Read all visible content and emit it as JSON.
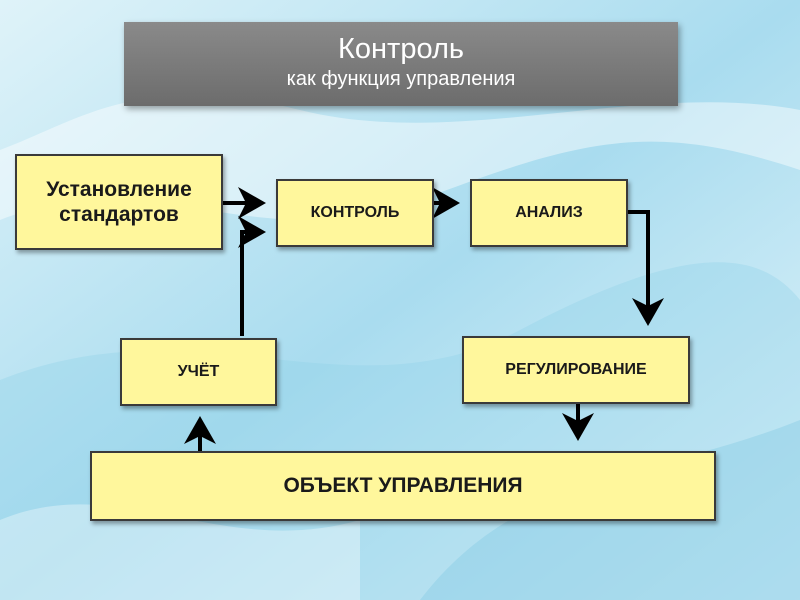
{
  "title": {
    "main": "Контроль",
    "sub": "как функция управления"
  },
  "diagram": {
    "nodes": {
      "standards": "Установление\nстандартов",
      "control": "КОНТРОЛЬ",
      "analysis": "АНАЛИЗ",
      "accounting": "УЧЁТ",
      "regulation": "РЕГУЛИРОВАНИЕ",
      "object": "ОБЪЕКТ УПРАВЛЕНИЯ"
    },
    "edges": [
      {
        "from": "standards",
        "to": "control"
      },
      {
        "from": "accounting",
        "to": "control"
      },
      {
        "from": "control",
        "to": "analysis"
      },
      {
        "from": "analysis",
        "to": "regulation"
      },
      {
        "from": "regulation",
        "to": "object"
      },
      {
        "from": "object",
        "to": "accounting"
      }
    ],
    "colors": {
      "box_fill": "#fff79c",
      "box_border": "#3a3a3a",
      "arrow": "#000000",
      "title_bg": "#7a7a7a",
      "title_text": "#ffffff"
    }
  }
}
